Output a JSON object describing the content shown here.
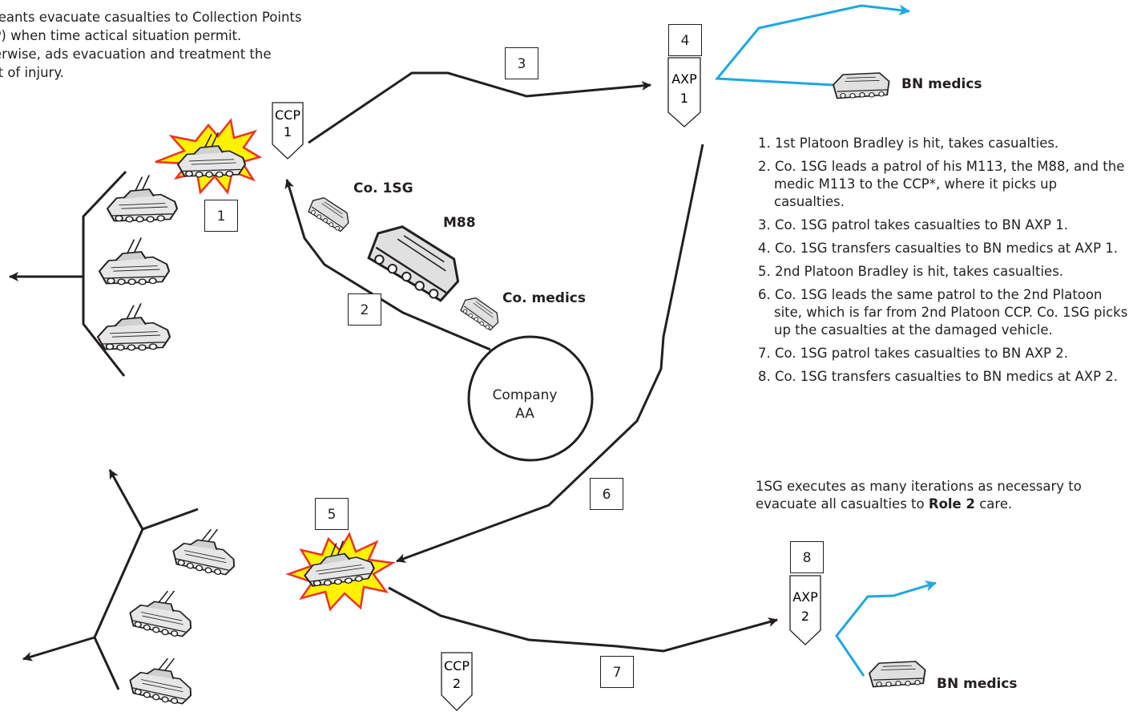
{
  "intro_text": "sergeants evacuate casualties to Collection Points (CCP) when time actical situation permit. Otherwise, ads evacuation and treatment the point of injury.",
  "step_boxes": [
    "1",
    "2",
    "3",
    "4",
    "5",
    "6",
    "7",
    "8"
  ],
  "collection_points": [
    {
      "line1": "CCP",
      "line2": "1"
    },
    {
      "line1": "CCP",
      "line2": "2"
    }
  ],
  "aid_points": [
    {
      "line1": "AXP",
      "line2": "1"
    },
    {
      "line1": "AXP",
      "line2": "2"
    }
  ],
  "vehicle_labels": {
    "first_sergeant": "Co. 1SG",
    "recovery": "M88",
    "company_medics": "Co. medics",
    "bn_medics_top": "BN medics",
    "bn_medics_bottom": "BN medics"
  },
  "assembly_area": {
    "line1": "Company",
    "line2": "AA"
  },
  "steps": [
    "1. 1st Platoon Bradley is hit, takes casualties.",
    "2. Co. 1SG leads a patrol of his M113, the M88, and the medic M113 to the CCP*, where it picks up casualties.",
    "3. Co. 1SG patrol takes casualties to BN AXP 1.",
    "4. Co. 1SG transfers casualties to BN medics at AXP 1.",
    "5. 2nd Platoon Bradley is hit, takes casualties.",
    "6. Co. 1SG leads the same patrol to the 2nd Platoon site, which is far from 2nd Platoon CCP. Co. 1SG picks up the casualties at the damaged vehicle.",
    "7. Co. 1SG patrol takes casualties to BN AXP 2.",
    "8. Co. 1SG transfers casualties to BN medics at AXP 2."
  ],
  "closing": {
    "before": "1SG executes as many iterations as necessary to evacuate all casualties to ",
    "bold": "Role 2",
    "after": " care."
  },
  "colors": {
    "line": "#231f20",
    "blue_route": "#1ea7e1",
    "burst_fill": "#fff200",
    "burst_stroke": "#ee3124"
  }
}
